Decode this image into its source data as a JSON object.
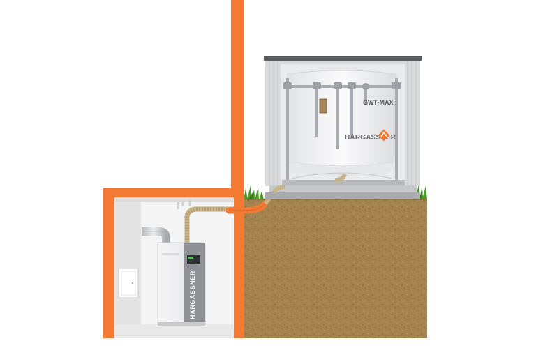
{
  "labels": {
    "tank_model": "GWT-MAX",
    "tank_brand": "HARGASSNER",
    "boiler_brand": "HARGASSNER"
  },
  "colors": {
    "wall_orange": "#f47a34",
    "soil": "#a5834f",
    "soil_dot": "#7c5d33",
    "grass": "#4d9a2a",
    "shed_wall": "#d9dadb",
    "shed_roof": "#5b5d60",
    "tank": "#f4f4f5",
    "steel": "#a8acb0",
    "boiler": "#eeeeef",
    "boiler_panel": "#8d9094",
    "hose": "#c9b489",
    "brand_accent": "#f47a34"
  },
  "icons": {
    "tank_logo": "hargassner-diamond-icon",
    "boiler_display": "boiler-display-icon"
  }
}
